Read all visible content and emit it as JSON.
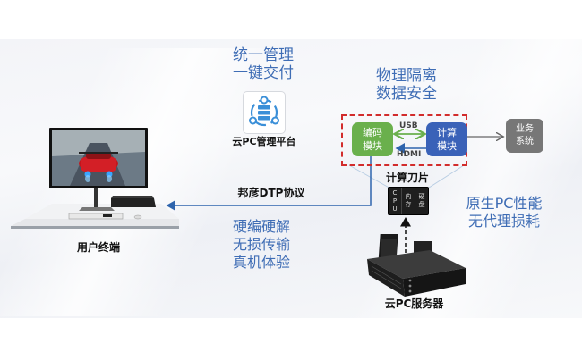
{
  "diagram": {
    "title_left_top": [
      "统一管理",
      "一键交付"
    ],
    "management_platform": {
      "label": "云PC管理平台",
      "icon": "cloud-server-network-icon"
    },
    "title_right_top": [
      "物理隔离",
      "数据安全"
    ],
    "encode_module": {
      "label_line1": "编码",
      "label_line2": "模块",
      "color": "#6ab04c"
    },
    "compute_module": {
      "label_line1": "计算",
      "label_line2": "模块",
      "color": "#3a62b8"
    },
    "usb_label": "USB",
    "hdmi_label": "HDMI",
    "business_system": {
      "label_line1": "业务",
      "label_line2": "系统",
      "color": "#777777"
    },
    "compute_blade": {
      "label": "计算刀片",
      "slots": [
        {
          "lines": [
            "C",
            "P",
            "U"
          ]
        },
        {
          "lines": [
            "内",
            "存"
          ]
        },
        {
          "lines": [
            "硬",
            "盘"
          ]
        }
      ]
    },
    "protocol_label": "邦彦DTP协议",
    "features_bottom": [
      "硬编硬解",
      "无损传输",
      "真机体验"
    ],
    "features_right": [
      "原生PC性能",
      "无代理损耗"
    ],
    "user_terminal": {
      "label": "用户终端"
    },
    "cloud_server": {
      "label": "云PC服务器"
    },
    "colors": {
      "accent_blue": "#3f6db5",
      "dashed_border": "#d22c2c",
      "arrow_blue": "#2e64ad",
      "usb_arrow_green": "#6ab04c"
    }
  }
}
